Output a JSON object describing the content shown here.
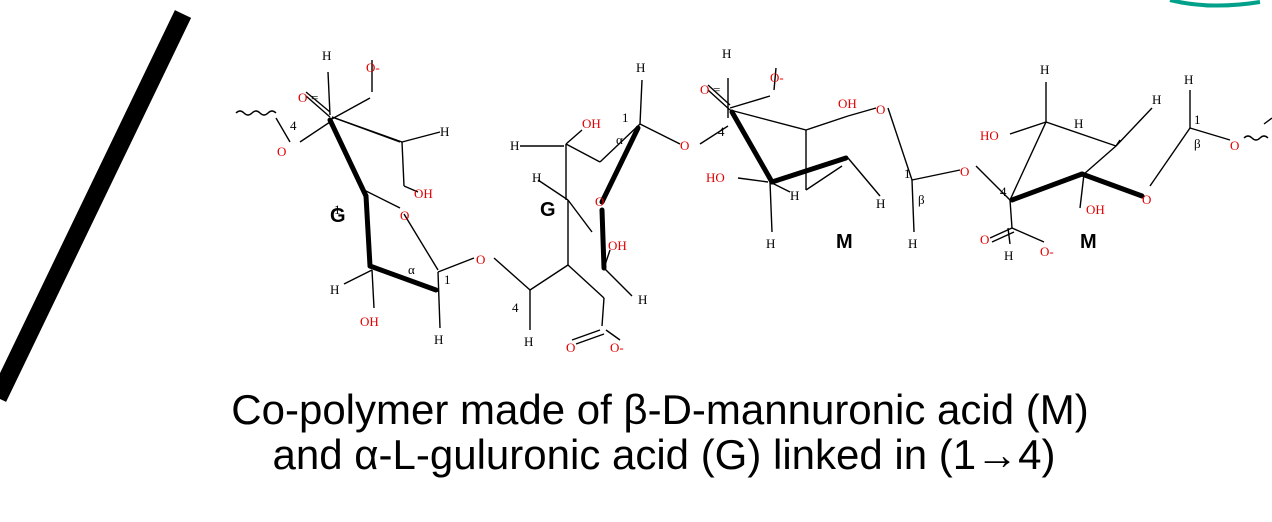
{
  "figure": {
    "caption_line1": "Co-polymer made of β-D-mannuronic acid (M)",
    "caption_line2": "and α-L-guluronic acid (G) linked in (1→4)",
    "units": [
      "G",
      "G",
      "M",
      "M"
    ],
    "atoms": {
      "H": "H",
      "OH": "OH",
      "HO": "HO",
      "O": "O",
      "O_minus": "O-",
      "c1": "1",
      "c4": "4",
      "alpha": "α",
      "beta": "β"
    }
  },
  "colors": {
    "oxygen": "#e00000",
    "bond": "#000000",
    "text": "#000000",
    "accent": "#00a08a"
  }
}
